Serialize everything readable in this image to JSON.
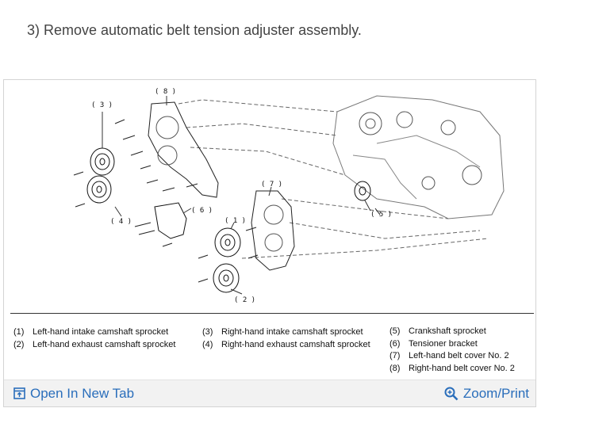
{
  "step": {
    "title": "3) Remove automatic belt tension adjuster assembly."
  },
  "diagram": {
    "callouts": [
      "( 8 )",
      "( 3 )",
      "( 7 )",
      "( 6 )",
      "( 1 )",
      "( 4 )",
      "( 5 )",
      "( 2 )"
    ]
  },
  "legend": {
    "columns": [
      [
        {
          "num": "(1)",
          "text": "Left-hand intake camshaft sprocket"
        },
        {
          "num": "(2)",
          "text": "Left-hand exhaust camshaft sprocket"
        }
      ],
      [
        {
          "num": "(3)",
          "text": "Right-hand intake camshaft sprocket"
        },
        {
          "num": "(4)",
          "text": "Right-hand exhaust camshaft sprocket"
        }
      ],
      [
        {
          "num": "(5)",
          "text": "Crankshaft sprocket"
        },
        {
          "num": "(6)",
          "text": "Tensioner bracket"
        },
        {
          "num": "(7)",
          "text": "Left-hand belt cover No. 2"
        },
        {
          "num": "(8)",
          "text": "Right-hand belt cover No. 2"
        }
      ]
    ]
  },
  "footer": {
    "open_tab_label": "Open In New Tab",
    "zoom_label": "Zoom/Print",
    "link_color": "#2a6ebb"
  }
}
